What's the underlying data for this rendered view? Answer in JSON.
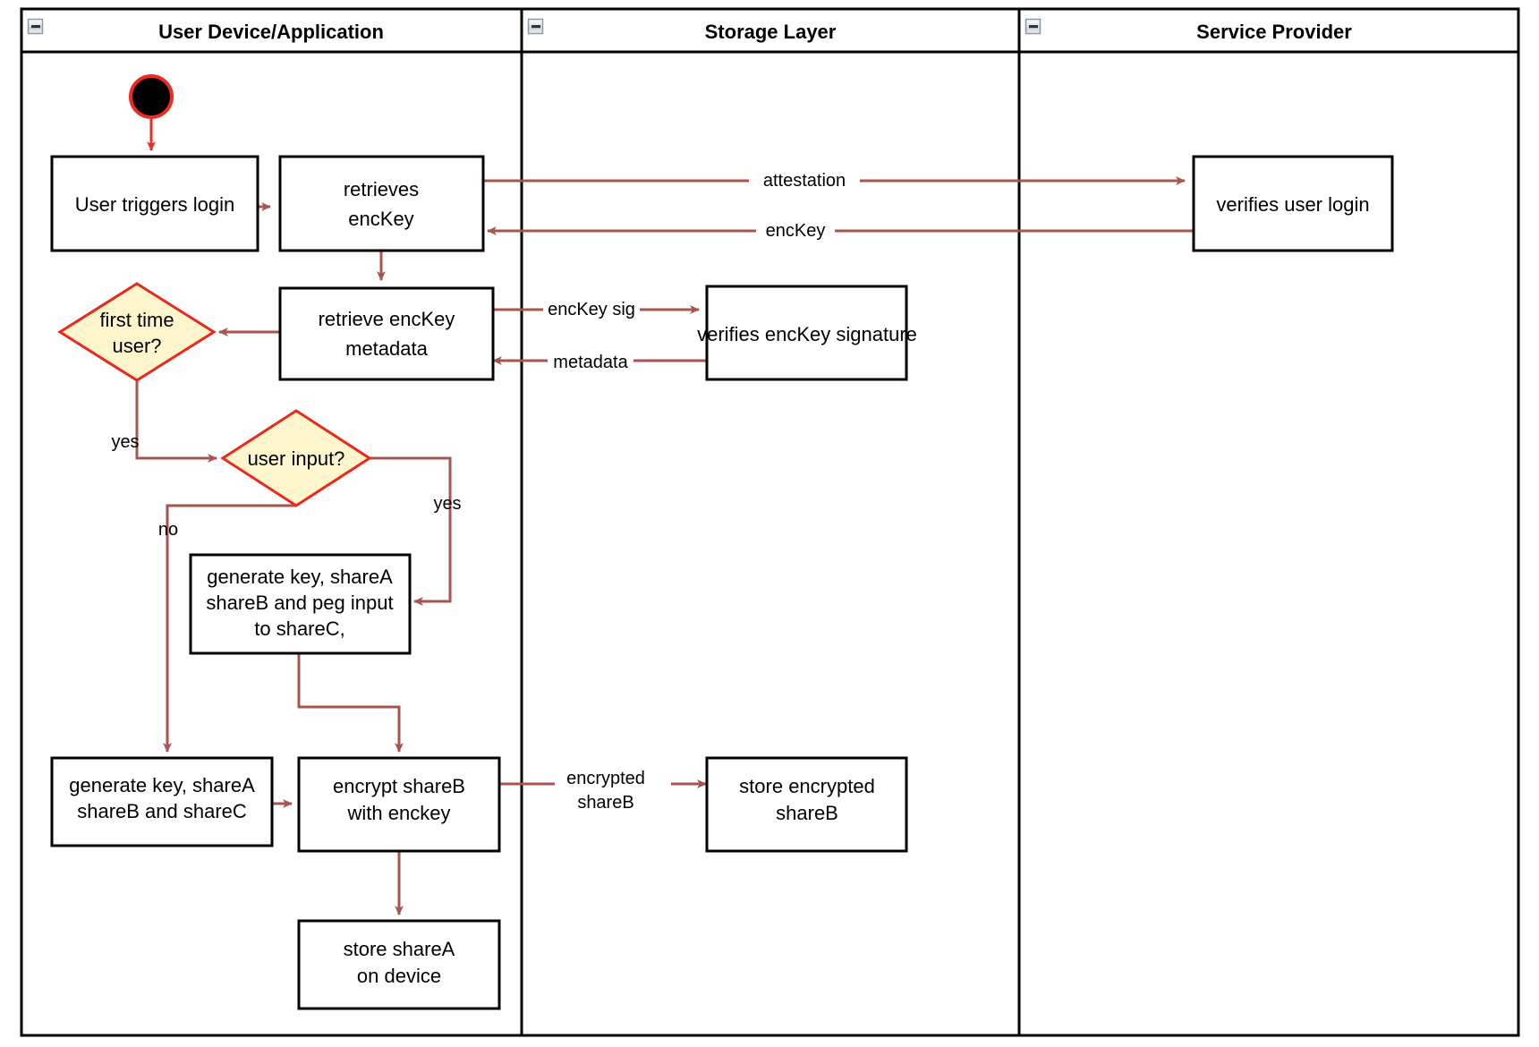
{
  "diagram": {
    "type": "uml-activity-swimlane",
    "title_present": false,
    "colors": {
      "flow_arrow": "#a85450",
      "start_arrow": "#ef2a21",
      "decision_fill": "#fdf6cc",
      "decision_stroke": "#e8291c",
      "node_stroke": "#000000",
      "node_fill": "#ffffff",
      "lane_border": "#000000"
    }
  },
  "lanes": [
    {
      "id": "lane-user-device",
      "title": "User Device/Application",
      "collapse_icon": "minimize-icon"
    },
    {
      "id": "lane-storage",
      "title": "Storage Layer",
      "collapse_icon": "minimize-icon"
    },
    {
      "id": "lane-service",
      "title": "Service Provider",
      "collapse_icon": "minimize-icon"
    }
  ],
  "nodes": {
    "start": {
      "kind": "initial-node",
      "label": ""
    },
    "user_triggers_login": {
      "kind": "action",
      "lines": [
        "User triggers login"
      ]
    },
    "retrieves_enckey": {
      "kind": "action",
      "lines": [
        "retrieves",
        "encKey"
      ]
    },
    "retrieve_enckey_metadata": {
      "kind": "action",
      "lines": [
        "retrieve encKey",
        "metadata"
      ]
    },
    "first_time_user": {
      "kind": "decision",
      "lines": [
        "first time",
        "user?"
      ]
    },
    "user_input": {
      "kind": "decision",
      "lines": [
        "user input?"
      ]
    },
    "generate_peg": {
      "kind": "action",
      "lines": [
        "generate key, shareA",
        "shareB and peg input",
        "to shareC,"
      ]
    },
    "generate_abc": {
      "kind": "action",
      "lines": [
        "generate key, shareA",
        "shareB and shareC"
      ]
    },
    "encrypt_shareb": {
      "kind": "action",
      "lines": [
        "encrypt shareB",
        "with enckey"
      ]
    },
    "store_sharea": {
      "kind": "action",
      "lines": [
        "store shareA",
        "on device"
      ]
    },
    "verifies_enckey_signature": {
      "kind": "action",
      "lines": [
        "verifies encKey signature"
      ]
    },
    "store_encrypted_shareb": {
      "kind": "action",
      "lines": [
        "store encrypted",
        "shareB"
      ]
    },
    "verifies_user_login": {
      "kind": "action",
      "lines": [
        "verifies user login"
      ]
    }
  },
  "edge_labels": {
    "attestation": "attestation",
    "enckey": "encKey",
    "enckey_sig": "encKey sig",
    "metadata": "metadata",
    "first_time_yes": "yes",
    "user_input_yes": "yes",
    "user_input_no": "no",
    "encrypted_shareb_1": "encrypted",
    "encrypted_shareb_2": "shareB"
  }
}
